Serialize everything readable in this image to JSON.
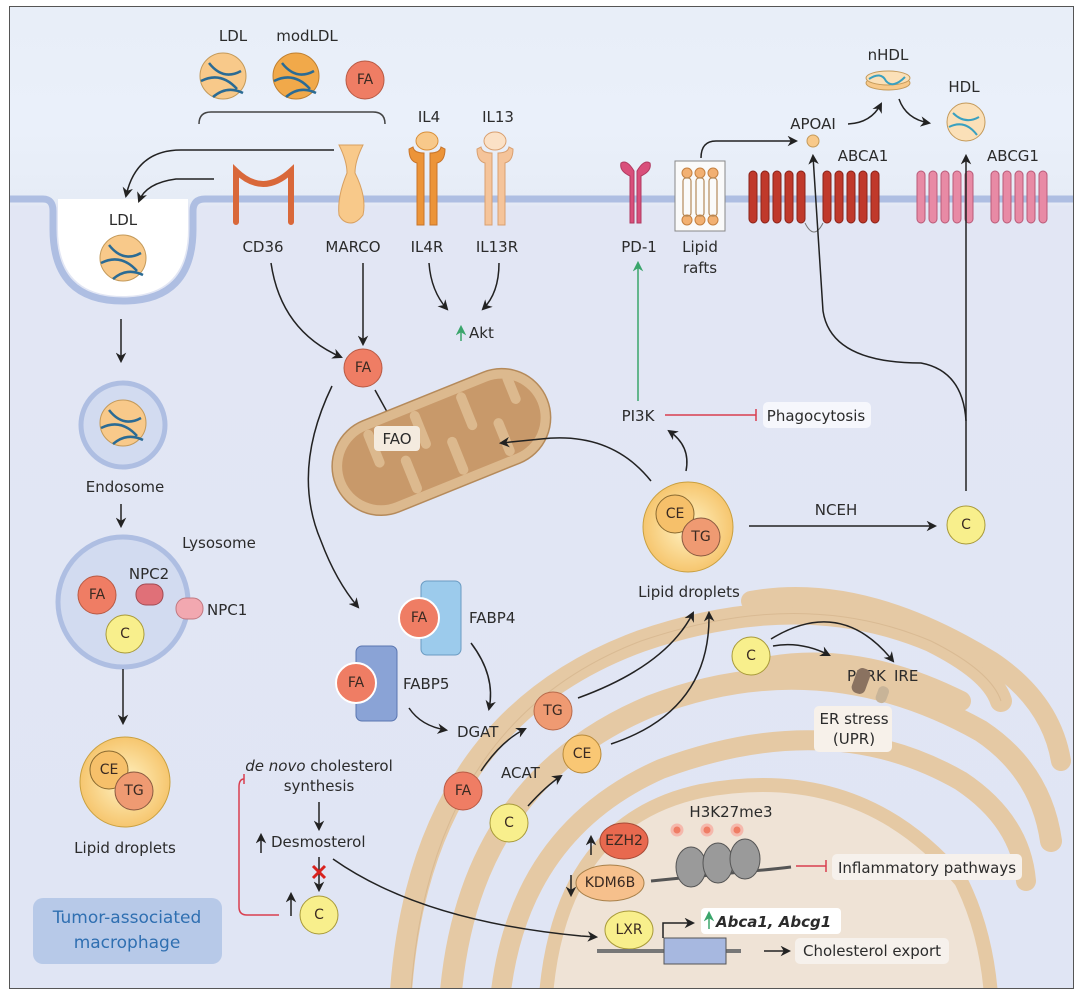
{
  "figure": {
    "extracellular": {
      "ligands": {
        "ldl": "LDL",
        "modldl": "modLDL",
        "fa": "FA"
      },
      "cytokines": {
        "il4": "IL4",
        "il13": "IL13"
      },
      "hdl_pathway": {
        "apoai": "APOAI",
        "nhdl": "nHDL",
        "hdl": "HDL"
      }
    },
    "membrane": {
      "receptors": {
        "cd36": "CD36",
        "marco": "MARCO",
        "il4r": "IL4R",
        "il13r": "IL13R",
        "pd1": "PD-1",
        "lipid_rafts_line1": "Lipid",
        "lipid_rafts_line2": "rafts",
        "abca1": "ABCA1",
        "abcg1": "ABCG1"
      }
    },
    "endocytosis": {
      "ldl_pit": "LDL",
      "endosome": "Endosome",
      "lysosome": "Lysosome",
      "lysosome_contents": {
        "fa": "FA",
        "c": "C",
        "npc2": "NPC2",
        "npc1": "NPC1"
      },
      "lipid_droplet": {
        "ce": "CE",
        "tg": "TG",
        "label": "Lipid droplets"
      }
    },
    "signaling": {
      "akt": "Akt",
      "pi3k": "PI3K",
      "phagocytosis": "Phagocytosis",
      "fa": "FA",
      "fao": "FAO",
      "nceh": "NCEH",
      "c": "C"
    },
    "lipid_droplet_main": {
      "ce": "CE",
      "tg": "TG",
      "label": "Lipid droplets"
    },
    "fabp": {
      "fabp4": "FABP4",
      "fabp5": "FABP5",
      "fa4": "FA",
      "fa5": "FA",
      "dgat": "DGAT"
    },
    "er": {
      "fa": "FA",
      "c": "C",
      "tg": "TG",
      "ce": "CE",
      "acat": "ACAT",
      "c_top": "C",
      "perk": "PERK",
      "ire": "IRE",
      "er_stress_line1": "ER stress",
      "er_stress_line2": "(UPR)"
    },
    "cholesterol_synthesis": {
      "de_novo_italic": "de novo",
      "de_novo_rest": " cholesterol",
      "synthesis": "synthesis",
      "desmosterol": "Desmosterol",
      "c": "C"
    },
    "nucleus": {
      "h3k27me3": "H3K27me3",
      "ezh2": "EZH2",
      "kdm6b": "KDM6B",
      "inflammatory": "Inflammatory pathways",
      "lxr": "LXR",
      "genes": "Abca1, Abcg1",
      "cholesterol_export": "Cholesterol export"
    },
    "cell_label": {
      "line1": "Tumor-associated",
      "line2": "macrophage"
    }
  },
  "colors": {
    "fa": "#ef7d64",
    "cholesterol": "#f8ef8c",
    "ldl": "#f8c98a",
    "modldl": "#f1a94a",
    "ldl_strand": "#2b6b94",
    "membrane": "#aebee2",
    "mito_outer": "#dcb98e",
    "mito_inner": "#c8996a",
    "er": "#e5c9a4",
    "nucleus": "#efe3d6",
    "abca1": "#c0392b",
    "abcg1": "#e88aa5",
    "pd1": "#d94f7b",
    "activation": "#3aa56b",
    "inhibition": "#d93e4f",
    "tam_text": "#2f6fb1",
    "tam_bg": "#b7c9e8"
  }
}
